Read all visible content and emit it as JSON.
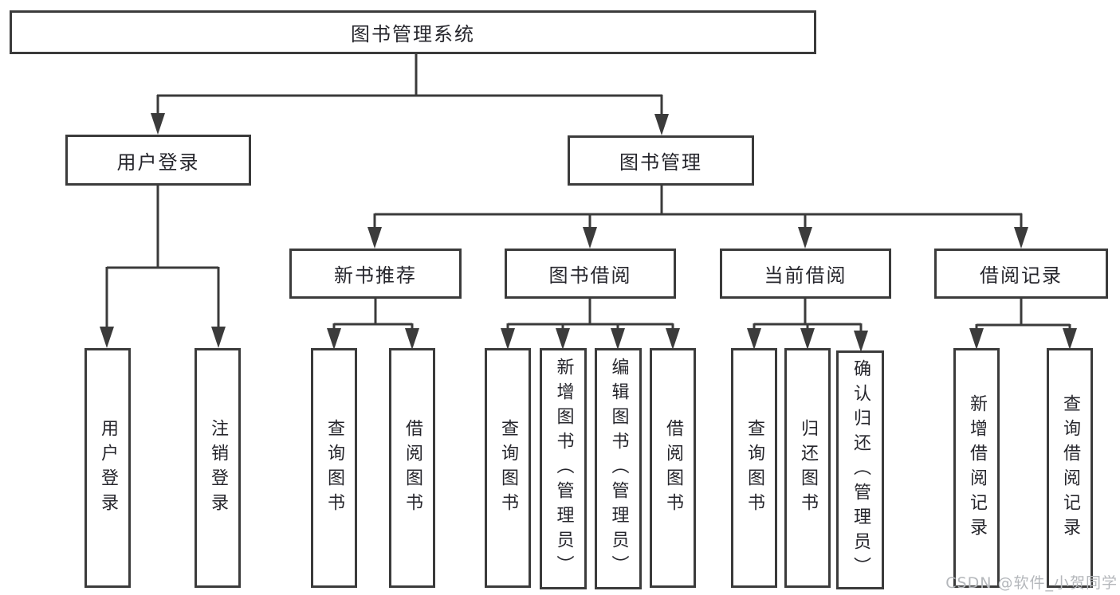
{
  "diagram": {
    "root": {
      "label": "图书管理系统"
    },
    "level2": {
      "user_login": {
        "label": "用户登录"
      },
      "book_management": {
        "label": "图书管理"
      }
    },
    "level3": {
      "new_book_recommend": {
        "label": "新书推荐"
      },
      "book_borrowing": {
        "label": "图书借阅"
      },
      "current_borrowing": {
        "label": "当前借阅"
      },
      "borrowing_records": {
        "label": "借阅记录"
      }
    },
    "leaves": {
      "user_login": {
        "label": "用户登录"
      },
      "logout": {
        "label": "注销登录"
      },
      "recommend_query_books": {
        "label": "查询图书"
      },
      "recommend_borrow_books": {
        "label": "借阅图书"
      },
      "borrow_query_books": {
        "label": "查询图书"
      },
      "add_books_admin": {
        "label": "新增图书（管理员）"
      },
      "edit_books_admin": {
        "label": "编辑图书（管理员）"
      },
      "borrow_borrow_books": {
        "label": "借阅图书"
      },
      "current_query_books": {
        "label": "查询图书"
      },
      "return_books": {
        "label": "归还图书"
      },
      "confirm_return_admin": {
        "label": "确认归还（管理员）"
      },
      "add_borrow_record": {
        "label": "新增借阅记录"
      },
      "query_borrow_record": {
        "label": "查询借阅记录"
      }
    }
  },
  "watermark": {
    "text": "CSDN @软件_小贺同学"
  },
  "colors": {
    "line": "#3b3b3b",
    "text": "#26262c",
    "watermark": "#b4b7bb",
    "background": "#ffffff"
  }
}
